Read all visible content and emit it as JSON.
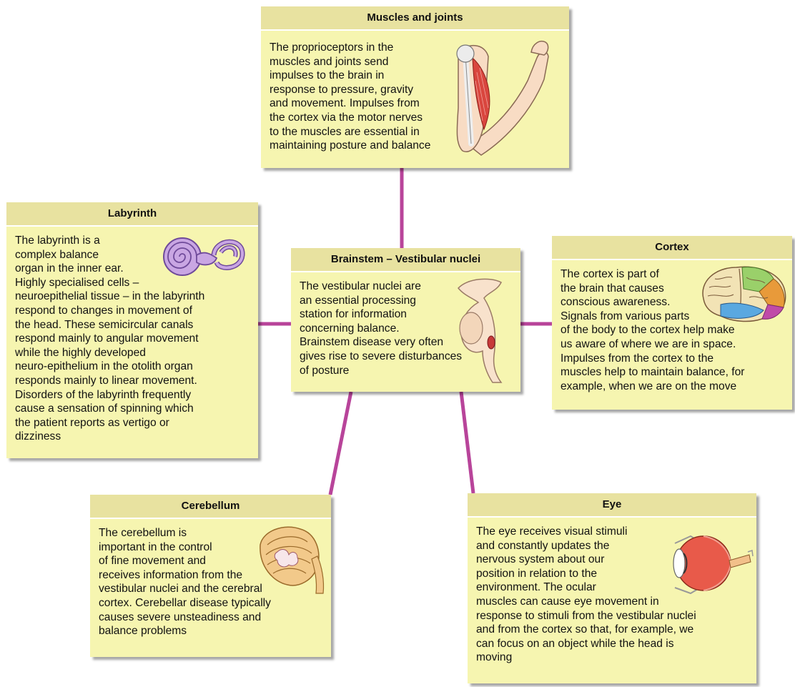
{
  "boxes": {
    "muscles": {
      "title": "Muscles and joints",
      "text": "The proprioceptors in the\nmuscles and joints send\nimpulses to the brain in\nresponse to pressure, gravity\nand movement.  Impulses from\nthe cortex via the motor nerves\nto the muscles are essential in\nmaintaining posture and balance",
      "icon": "arm-muscle-illustration"
    },
    "labyrinth": {
      "title": "Labyrinth",
      "text": "The labyrinth is a\ncomplex balance\norgan in the inner ear.\nHighly specialised cells –\nneuroepithelial tissue – in the labyrinth\nrespond to changes in movement of\nthe head. These semicircular canals\nrespond mainly to angular movement\nwhile the highly developed\nneuro-epithelium in the otolith organ\nresponds mainly to linear movement.\nDisorders of the labyrinth frequently\ncause a sensation of spinning which\nthe patient reports as vertigo or\ndizziness",
      "icon": "inner-ear-illustration"
    },
    "brainstem": {
      "title": "Brainstem – Vestibular nuclei",
      "text": "The vestibular nuclei are\nan essential processing\nstation for information\nconcerning balance.\nBrainstem disease very often\ngives rise to severe disturbances\nof posture",
      "icon": "brainstem-illustration"
    },
    "cortex": {
      "title": "Cortex",
      "text": "The cortex is part of\nthe brain that causes\nconscious awareness.\nSignals from various parts\nof the body to the cortex help make\nus aware of where we are in space.\nImpulses from the cortex to the\nmuscles help to maintain balance, for\nexample, when we are on the move",
      "icon": "brain-cortex-illustration"
    },
    "cerebellum": {
      "title": "Cerebellum",
      "text": "The cerebellum is\nimportant in the control\nof fine movement and\nreceives information from the\nvestibular nuclei and the cerebral\ncortex. Cerebellar disease typically\ncauses severe unsteadiness and\nbalance problems",
      "icon": "cerebellum-illustration"
    },
    "eye": {
      "title": "Eye",
      "text": "The eye receives visual stimuli\nand constantly updates the\nnervous system about our\nposition in relation to the\nenvironment. The ocular\nmuscles can cause eye movement in\nresponse to stimuli from the vestibular nuclei\nand from the cortex so that, for example, we\ncan focus on an object while the head is\nmoving",
      "icon": "eye-illustration"
    }
  },
  "colors": {
    "box_fill": "#f6f5b0",
    "title_fill": "#e8e2a0",
    "connector": "#b8449a"
  }
}
